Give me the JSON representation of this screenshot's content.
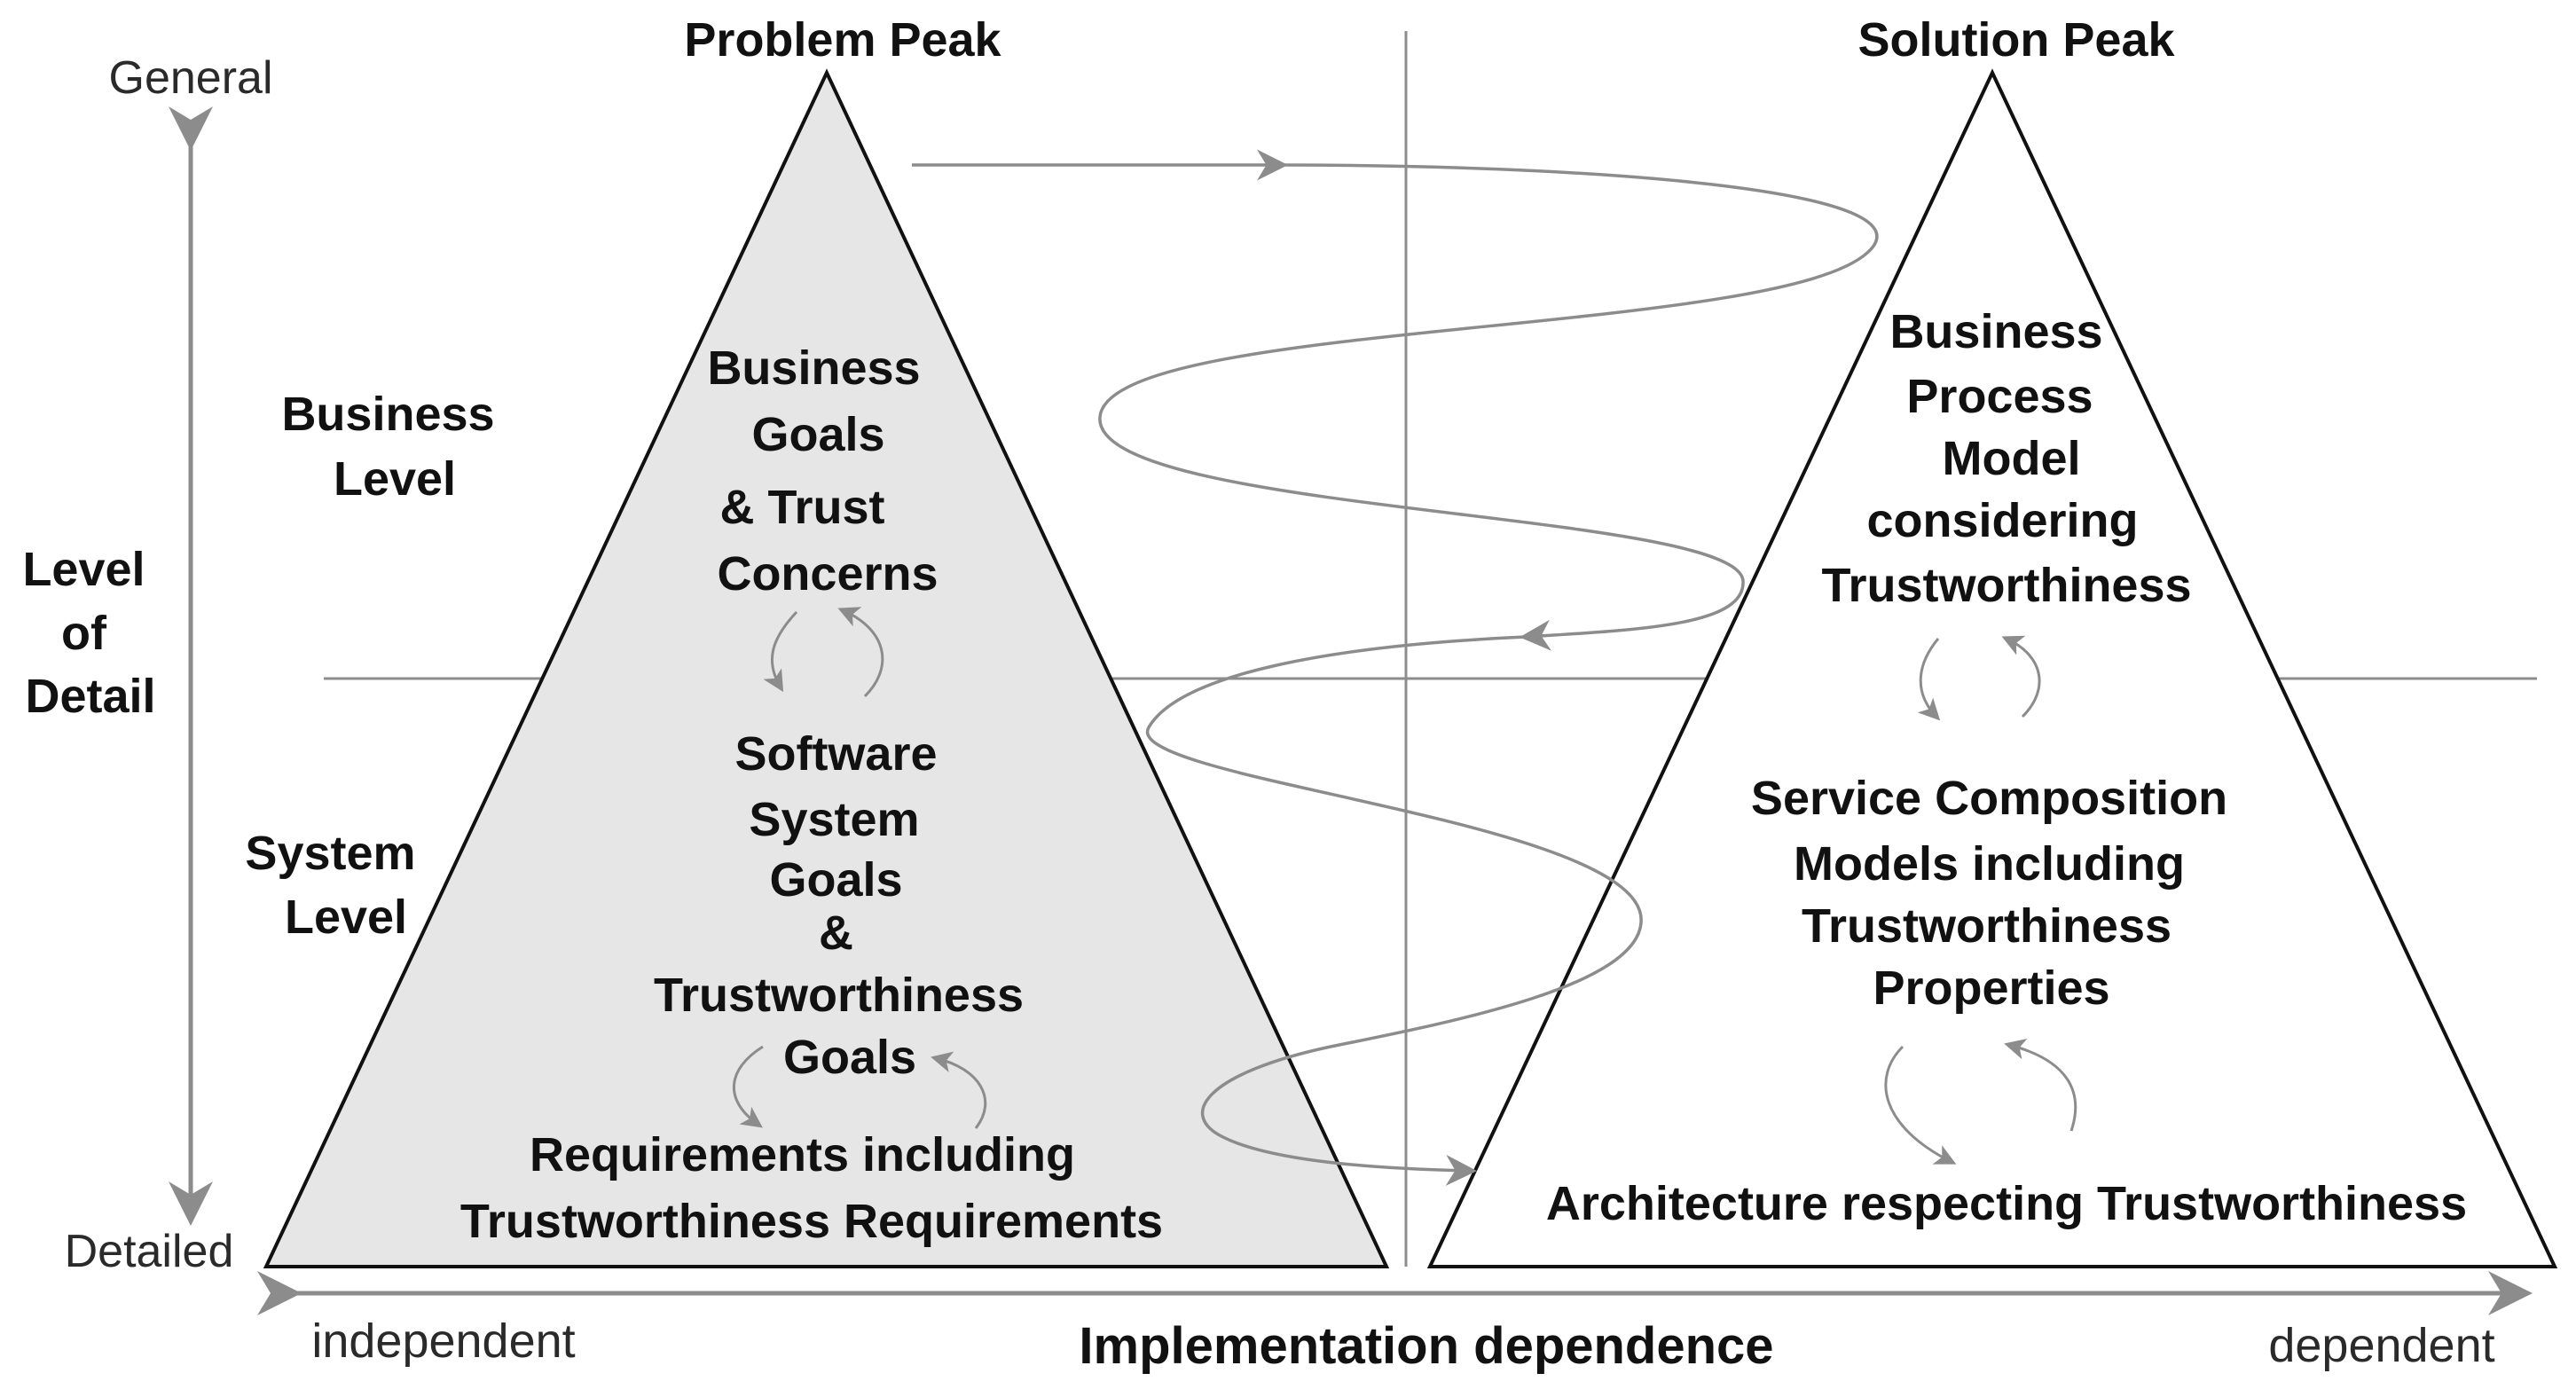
{
  "axis": {
    "top": "General",
    "bottom": "Detailed",
    "title_lines": [
      "Level",
      "of",
      "Detail"
    ],
    "left_end": "independent",
    "right_end": "dependent",
    "bottom_title": "Implementation dependence"
  },
  "levels": {
    "business": [
      "Business",
      "Level"
    ],
    "system": [
      "System",
      "Level"
    ]
  },
  "problem_peak": {
    "title": "Problem Peak",
    "business_text": [
      "Business",
      "Goals",
      "& Trust",
      "Concerns"
    ],
    "system_text": [
      "Software",
      "System",
      "Goals",
      "&",
      "Trustworthiness",
      "Goals"
    ],
    "requirements_text": [
      "Requirements including",
      "Trustworthiness Requirements"
    ]
  },
  "solution_peak": {
    "title": "Solution Peak",
    "business_text": [
      "Business",
      "Process",
      "Model",
      "considering",
      "Trustworthiness"
    ],
    "service_text": [
      "Service Composition",
      "Models including",
      "Trustworthiness",
      "Properties"
    ],
    "architecture_text": "Architecture respecting Trustworthiness"
  },
  "colors": {
    "problem_fill": "#e6e6e6",
    "outline": "#111111",
    "arrow": "#8c8c8c",
    "divider": "#8c8c8c"
  }
}
